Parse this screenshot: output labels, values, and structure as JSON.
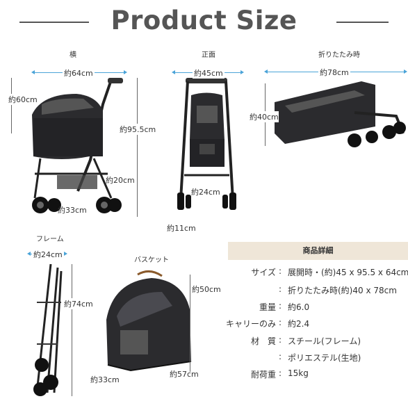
{
  "title": "Product Size",
  "sections": {
    "side": "横",
    "front": "正面",
    "folded": "折りたたみ時",
    "frame": "フレーム",
    "basket": "バスケット"
  },
  "side_dims": {
    "width": "約64cm",
    "height": "約60cm",
    "total_height": "約95.5cm",
    "under_height": "約20cm",
    "wheel_base": "約33cm"
  },
  "front_dims": {
    "width": "約45cm",
    "inner": "約24cm",
    "wheel": "約11cm"
  },
  "folded_dims": {
    "length": "約78cm",
    "height": "約40cm"
  },
  "frame_dims": {
    "width": "約24cm",
    "height": "約74cm"
  },
  "basket_dims": {
    "height": "約50cm",
    "depth": "約33cm",
    "length": "約57cm"
  },
  "spec": {
    "header": "商品詳細",
    "rows": [
      {
        "key": "サイズ",
        "val": "展開時・(約)45 x 95.5 x 64cm"
      },
      {
        "key": "",
        "val": "折りたたみ時(約)40 x 78cm"
      },
      {
        "key": "重量",
        "val": "約6.0"
      },
      {
        "key": "キャリーのみ",
        "val": "約2.4"
      },
      {
        "key": "材　質",
        "val": "スチール(フレーム)"
      },
      {
        "key": "",
        "val": "ポリエステル(生地)"
      },
      {
        "key": "耐荷重",
        "val": "15kg"
      }
    ]
  },
  "colors": {
    "dimension": "#4aa3d8",
    "spec_header_bg": "#efe6d8",
    "title": "#555555"
  }
}
